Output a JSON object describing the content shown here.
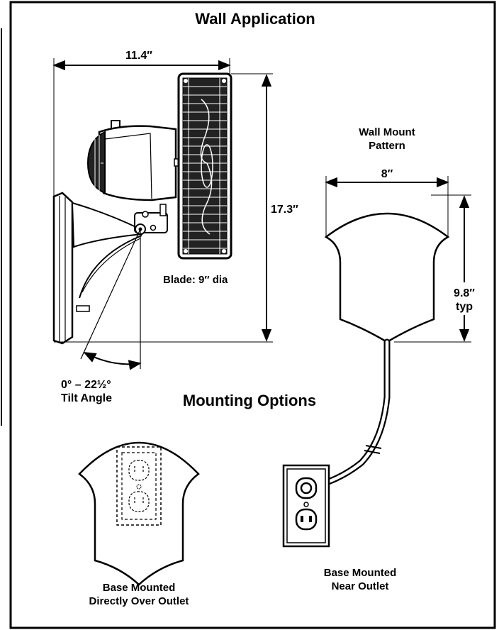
{
  "title": "Wall Application",
  "dimensions": {
    "width": "11.4″",
    "height": "17.3″",
    "blade": "Blade: 9″ dia",
    "tilt_line1": "0° – 22½°",
    "tilt_line2": "Tilt Angle"
  },
  "wall_mount_pattern": {
    "label_line1": "Wall Mount",
    "label_line2": "Pattern",
    "width": "8″",
    "height_line1": "9.8″",
    "height_line2": "typ"
  },
  "mounting_options": {
    "heading": "Mounting Options",
    "option_a_line1": "Base Mounted",
    "option_a_line2": "Directly Over Outlet",
    "option_b_line1": "Base Mounted",
    "option_b_line2": "Near Outlet"
  },
  "colors": {
    "stroke": "#000000",
    "background": "#ffffff",
    "fan_body": "#222222"
  }
}
